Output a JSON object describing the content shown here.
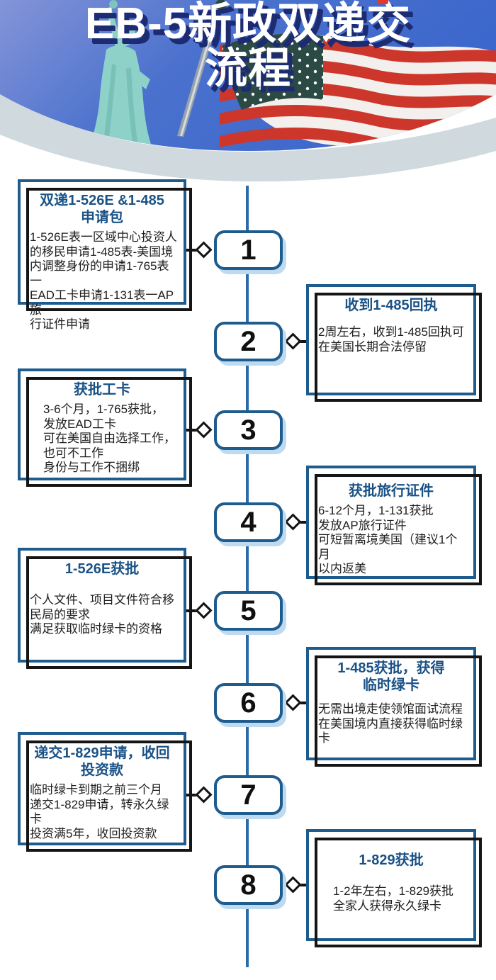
{
  "poster": {
    "title_line1": "EB-5新政双递交",
    "title_line2": "流程"
  },
  "colors": {
    "box_border_blue": "#1e5c8e",
    "title_blue": "#1a5286",
    "header_shadow_navy": "#1d2c72",
    "timeline_blue": "#2b6ba9",
    "capsule_shadow_blue": "#bedaf0",
    "connector_black": "#131313",
    "curve_band_gray": "#cfd9de",
    "sky_blue": "#4a71cd",
    "flag_red": "#cd372b",
    "flag_canton_green": "#2c4a44",
    "statue_teal": "#8ed1c9",
    "red_mark": "#e2392c"
  },
  "steps": [
    {
      "number": "1",
      "side": "left",
      "title": "双递1-526E &1-485\n申请包",
      "body": "1-526E表一区域中心投资人\n的移民申请1-485表-美国境\n内调整身份的申请1-765表一\nEAD工卡申请1-131表一AP旅\n行证件申请"
    },
    {
      "number": "2",
      "side": "right",
      "title": "收到1-485回执",
      "body": "2周左右，收到1-485回执可\n在美国长期合法停留"
    },
    {
      "number": "3",
      "side": "left",
      "title": "获批工卡",
      "body": "3-6个月，1-765获批，\n发放EAD工卡\n可在美国自由选择工作，\n也可不工作\n身份与工作不捆绑"
    },
    {
      "number": "4",
      "side": "right",
      "title": "获批旅行证件",
      "body": "6-12个月，1-131获批\n发放AP旅行证件\n可短暂离境美国（建议1个月\n以内返美"
    },
    {
      "number": "5",
      "side": "left",
      "title": "1-526E获批",
      "body": "个人文件、项目文件符合移\n民局的要求\n满足获取临时绿卡的资格"
    },
    {
      "number": "6",
      "side": "right",
      "title": "1-485获批，获得\n临时绿卡",
      "body": "无需出境走使领馆面试流程\n在美国境内直接获得临时绿卡"
    },
    {
      "number": "7",
      "side": "left",
      "title": "递交1-829申请，收回\n投资款",
      "body": "临时绿卡到期之前三个月\n递交1-829申请，转永久绿卡\n投资满5年，收回投资款"
    },
    {
      "number": "8",
      "side": "right",
      "title": "1-829获批",
      "body": "1-2年左右，1-829获批\n全家人获得永久绿卡"
    }
  ]
}
